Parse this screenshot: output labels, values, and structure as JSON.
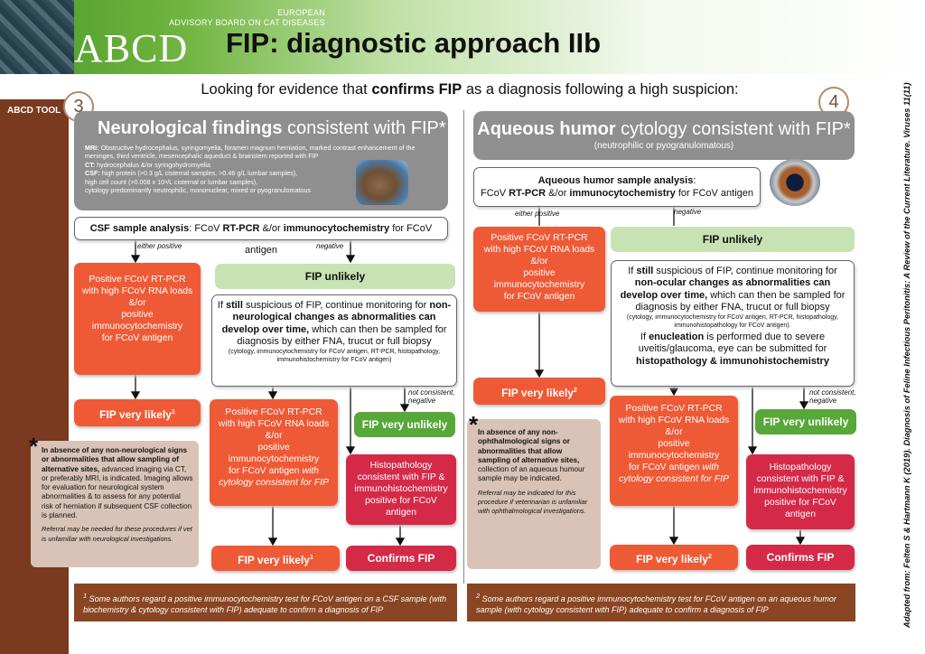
{
  "header": {
    "org_line1": "EUROPEAN",
    "org_line2": "ADVISORY BOARD ON CAT DISEASES",
    "logo": "ABCD",
    "title": "FIP: diagnostic approach IIb"
  },
  "sidebar_label": "ABCD TOOL",
  "subtitle": {
    "pre": "Looking for evidence that ",
    "bold": "confirms FIP",
    "post": " as a diagnosis following a high suspicion:"
  },
  "left": {
    "step": "3",
    "head_bold": "Neurological findings",
    "head_rest": " consistent with FIP*",
    "mri_label": "MRI:",
    "mri_text": " Obstructive hydrocephalus, syringomyelia, foramen magnum herniation, marked contrast enhancement of the meninges, third ventricle, mesencephalic aqueduct & brainstem reported with FIP",
    "ct_label": "CT:",
    "ct_text": " hydrocephalus &/or syringohydromyelia",
    "csf_label": "CSF:",
    "csf_text": " high protein (>0.3 g/L cisternal samples, >0.46 g/L lumbar samples),",
    "csf_text2": "high cell count (>0.008 x 10⁹/L cisternal or lumbar samples),",
    "csf_text3": "cytology predominantly neutrophilic, mononuclear, mixed or pyogranulomatous",
    "sample_b1": "CSF sample analysis",
    "sample_t1": ": FCoV ",
    "sample_b2": "RT-PCR",
    "sample_t2": " &/or ",
    "sample_b3": "immunocytochemistry",
    "sample_t3": " for FCoV antigen",
    "either_positive": "either positive",
    "negative": "negative",
    "pos_box": [
      "Positive FCoV RT-PCR",
      "with high FCoV RNA loads",
      "&/or",
      "positive",
      "immunocytochemistry",
      "for FCoV antigen"
    ],
    "fip_unlikely": "FIP unlikely",
    "still_a": "If ",
    "still_b": "still",
    "still_c": " suspicious of FIP, continue monitoring for ",
    "still_d": "non-neurological changes as abnormalities can develop over time,",
    "still_e": " which can then be sampled for diagnosis by either FNA, trucut or full biopsy",
    "still_small": "(cytology, immunocytochemistry for FCoV antigen, RT-PCR, histopathology, immunohistochemistry for FCoV antigen)",
    "very_likely": "FIP very likely",
    "sup1": "1",
    "not_consistent": "not consistent,",
    "negative2": "negative",
    "very_unlikely": "FIP very unlikely",
    "pos2_box": [
      "Positive FCoV RT-PCR",
      "with high FCoV RNA loads",
      "&/or",
      "positive",
      "immunocytochemistry"
    ],
    "pos2_last": "for FCoV antigen ",
    "pos2_italic": "with cytology consistent for FIP",
    "histo": [
      "Histopathology",
      "consistent with FIP &",
      "immunohistochemistry",
      "positive for FCoV",
      "antigen"
    ],
    "confirms": "Confirms FIP",
    "note_star": "*",
    "note_bold": "In absence of any non-neurological signs or abnormalities that allow sampling of alternative sites,",
    "note_text": " advanced imaging via CT, or preferably MRI, is indicated. Imaging allows for evaluation for neurological system abnormalities & to assess for any potential risk of herniation if subsequent CSF collection is planned.",
    "note_italic": "Referral may be needed for these procedures if vet is unfamiliar with neurological investigations.",
    "foot_sup": "1",
    "foot_text": " Some authors regard a positive immunocytochemistry test for FCoV antigen on a CSF sample (with biochemistry & cytology consistent with FIP) adequate to confirm a diagnosis of FIP"
  },
  "right": {
    "step": "4",
    "head_bold": "Aqueous humor",
    "head_rest": " cytology consistent with FIP*",
    "head_sub": "(neutrophilic or pyogranulomatous)",
    "sample_b1": "Aqueous humor sample analysis",
    "sample_t1": ":",
    "sample_t2": "FCoV ",
    "sample_b2": "RT-PCR",
    "sample_t3": " &/or ",
    "sample_b3": "immunocytochemistry",
    "sample_t4": " for FCoV antigen",
    "either_positive": "either positive",
    "negative": "negative",
    "pos_box": [
      "Positive FCoV RT-PCR",
      "with high FCoV RNA loads",
      "&/or",
      "positive",
      "immunocytochemistry",
      "for FCoV antigen"
    ],
    "fip_unlikely": "FIP unlikely",
    "still_a": "If ",
    "still_b": "still",
    "still_c": " suspicious of FIP, continue monitoring for ",
    "still_d": "non-ocular changes as abnormalities can develop over time,",
    "still_e": " which can then be sampled for diagnosis by either FNA, trucut or full biopsy",
    "still_small": "(cytology, immunocytochemistry for FCoV antigen, RT-PCR, histopathology, immunohistopathology for FCoV antigen).",
    "enuc_a": "If ",
    "enuc_b": "enucleation",
    "enuc_c": " is performed due to severe uveitis/glaucoma, eye can be submitted for ",
    "enuc_d": "histopathology & immunohistochemistry",
    "very_likely": "FIP very likely",
    "sup2": "2",
    "not_consistent": "not consistent,",
    "negative2": "negative",
    "very_unlikely": "FIP very unlikely",
    "pos2_box": [
      "Positive FCoV RT-PCR",
      "with high FCoV RNA loads",
      "&/or",
      "positive",
      "immunocytochemistry"
    ],
    "pos2_last": "for FCoV antigen ",
    "pos2_italic": "with cytology consistent for FIP",
    "histo": [
      "Histopathology",
      "consistent with FIP &",
      "immunohistochemistry",
      "positive for FCoV",
      "antigen"
    ],
    "confirms": "Confirms FIP",
    "note_star": "*",
    "note_bold": "In absence of any non-ophthalmological signs or abnormalities that allow sampling of alternative sites,",
    "note_text": " collection of an aqueous humour sample may be indicated.",
    "note_italic": "Referral may be indicated for this procedure if veterinarian is unfamiliar with ophthalmological investigations.",
    "foot_sup": "2",
    "foot_text": " Some authors regard a positive immunocytochemistry test for FCoV antigen on an aqueous humor sample (with cytology consistent with FIP) adequate to confirm a diagnosis of FIP"
  },
  "adapted": "Adapted from: Felten S & Hartmann K (2019). Diagnosis of Feline Infectious Peritonitis: A Review of the Current Literature. Viruses 11(11)",
  "colors": {
    "orange": "#ef5a36",
    "crimson": "#d42a48",
    "light_green": "#c7e3b3",
    "dark_green": "#57a838",
    "brown": "#8a4522",
    "gray": "#8f8f8f"
  }
}
